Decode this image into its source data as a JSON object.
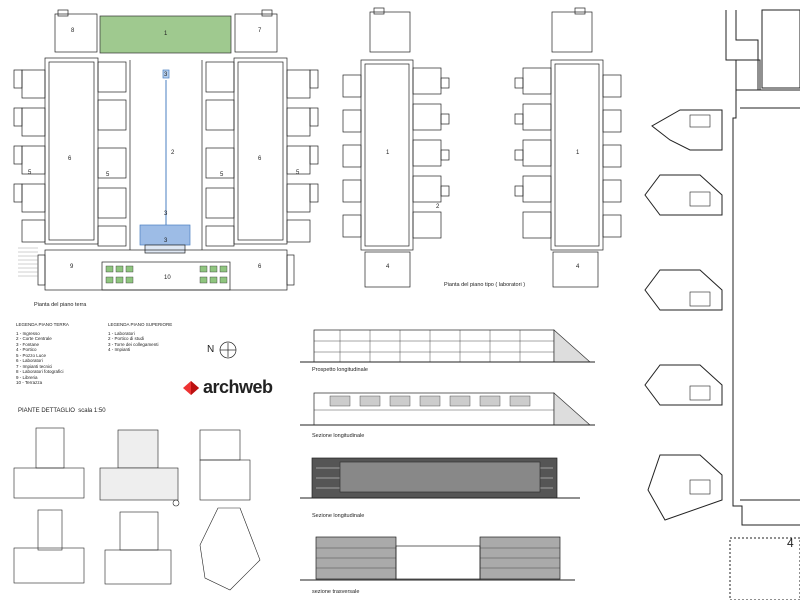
{
  "ground_floor": {
    "caption": "Pianta del piano terra",
    "room_numbers": [
      "8",
      "1",
      "7",
      "3",
      "6",
      "2",
      "6",
      "5",
      "5",
      "5",
      "5",
      "3",
      "3",
      "9",
      "10",
      "6"
    ]
  },
  "typical_floor": {
    "caption": "Pianta del piano tipo ( laboratori )",
    "room_numbers": [
      "1",
      "2",
      "4",
      "1",
      "4"
    ]
  },
  "legend_ground": {
    "title": "LEGENDA PIANO TERRA",
    "items": [
      "1 - Ingresso",
      "2 - Corte Centrale",
      "3 - Fontane",
      "4 - Portico",
      "5 - Pozzo Luce",
      "6 - Laboratori",
      "7 - Impianti tecnici",
      "8 - Laboratori fotografici",
      "9 - Libreria",
      "10 - Terrazza"
    ]
  },
  "legend_upper": {
    "title": "LEGENDA PIANO SUPERIORE",
    "items": [
      "1 - Laboratori",
      "2 - Portico di studi",
      "3 - Torre dei collegamenti",
      "4 - Impianti"
    ]
  },
  "north_label": "N",
  "logo": {
    "text": "archweb"
  },
  "details": {
    "title": "PIANTE  DETTAGLIO",
    "scale": "scala 1:50"
  },
  "elevations": [
    {
      "caption": "Prospetto longitudinale"
    },
    {
      "caption": "Sezione longitudinale"
    },
    {
      "caption": "Sezione longitudinale"
    },
    {
      "caption": "sezione trasversale"
    }
  ],
  "enlarged_plan": {
    "label": "4"
  }
}
